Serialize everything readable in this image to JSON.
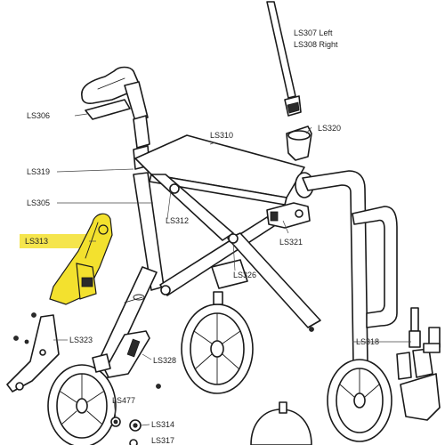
{
  "labels": {
    "ls307": "LS307 Left",
    "ls308": "LS308 Right",
    "ls306": "LS306",
    "ls320": "LS320",
    "ls310": "LS310",
    "ls319": "LS319",
    "ls305": "LS305",
    "ls312": "LS312",
    "ls313": "LS313",
    "ls321": "LS321",
    "ls326": "LS326",
    "ls323": "LS323",
    "ls318": "LS318",
    "ls328": "LS328",
    "ls477": "LS477",
    "ls314": "LS314",
    "ls317": "LS317"
  },
  "colors": {
    "highlight": "#f3e12e",
    "line": "#1a1a1a"
  },
  "highlighted_part": "LS313"
}
